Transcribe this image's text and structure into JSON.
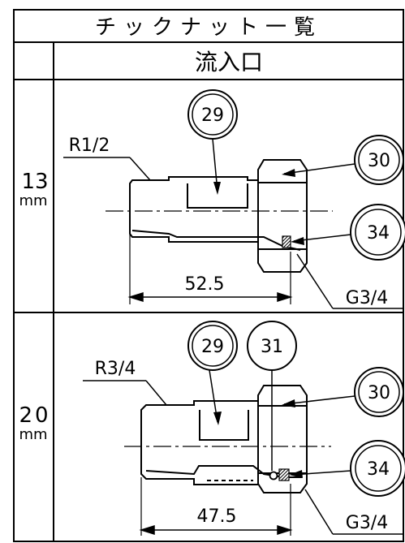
{
  "table": {
    "title": "チックナット一覧",
    "column_header": "流入口",
    "rows": [
      {
        "size_value": "13",
        "size_unit": "mm",
        "thread_label": "R1/2",
        "outlet_thread_label": "G3/4",
        "length_dimension": "52.5",
        "callouts": [
          "29",
          "30",
          "34"
        ]
      },
      {
        "size_value": "20",
        "size_unit": "mm",
        "thread_label": "R3/4",
        "outlet_thread_label": "G3/4",
        "length_dimension": "47.5",
        "callouts": [
          "29",
          "31",
          "30",
          "34"
        ]
      }
    ]
  }
}
